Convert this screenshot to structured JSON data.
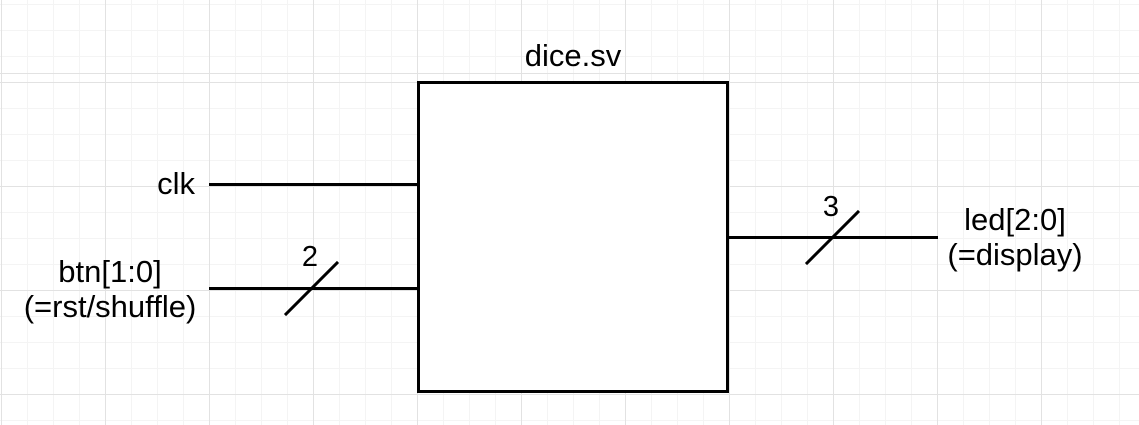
{
  "diagram": {
    "module_title": "dice.sv",
    "inputs": [
      {
        "label": "clk",
        "sublabel": "",
        "bus_width": ""
      },
      {
        "label": "btn[1:0]",
        "sublabel": "(=rst/shuffle)",
        "bus_width": "2"
      }
    ],
    "outputs": [
      {
        "label": "led[2:0]",
        "sublabel": "(=display)",
        "bus_width": "3"
      }
    ],
    "colors": {
      "line": "#000000",
      "background": "#ffffff",
      "grid_minor": "#f4f4f4",
      "grid_major": "#e2e2e2",
      "text": "#000000"
    }
  }
}
